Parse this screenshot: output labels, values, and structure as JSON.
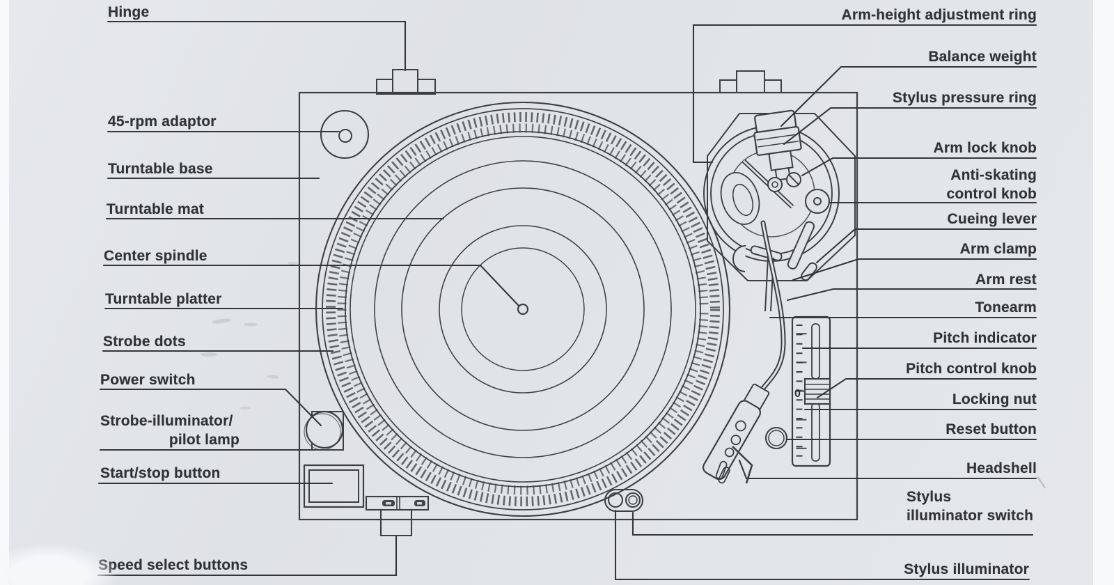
{
  "labels": {
    "hinge": "Hinge",
    "rpm_adaptor": "45-rpm adaptor",
    "turntable_base": "Turntable base",
    "turntable_mat": "Turntable mat",
    "center_spindle": "Center spindle",
    "turntable_platter": "Turntable platter",
    "strobe_dots": "Strobe dots",
    "power_switch": "Power switch",
    "strobe_illuminator_line1": "Strobe-illuminator/",
    "strobe_illuminator_line2": "pilot lamp",
    "start_stop_button": "Start/stop button",
    "speed_select_buttons": "Speed select buttons",
    "arm_height_ring": "Arm-height adjustment ring",
    "balance_weight": "Balance weight",
    "stylus_pressure_ring": "Stylus pressure ring",
    "arm_lock_knob": "Arm lock knob",
    "anti_skating_line1": "Anti-skating",
    "anti_skating_line2": "control knob",
    "cueing_lever": "Cueing lever",
    "arm_clamp": "Arm clamp",
    "arm_rest": "Arm rest",
    "tonearm": "Tonearm",
    "pitch_indicator": "Pitch indicator",
    "pitch_control_knob": "Pitch control knob",
    "locking_nut": "Locking nut",
    "reset_button": "Reset button",
    "headshell": "Headshell",
    "stylus_switch_line1": "Stylus",
    "stylus_switch_line2": "illuminator switch",
    "stylus_illuminator": "Stylus illuminator"
  },
  "pitch_scale": {
    "zero": "0"
  }
}
